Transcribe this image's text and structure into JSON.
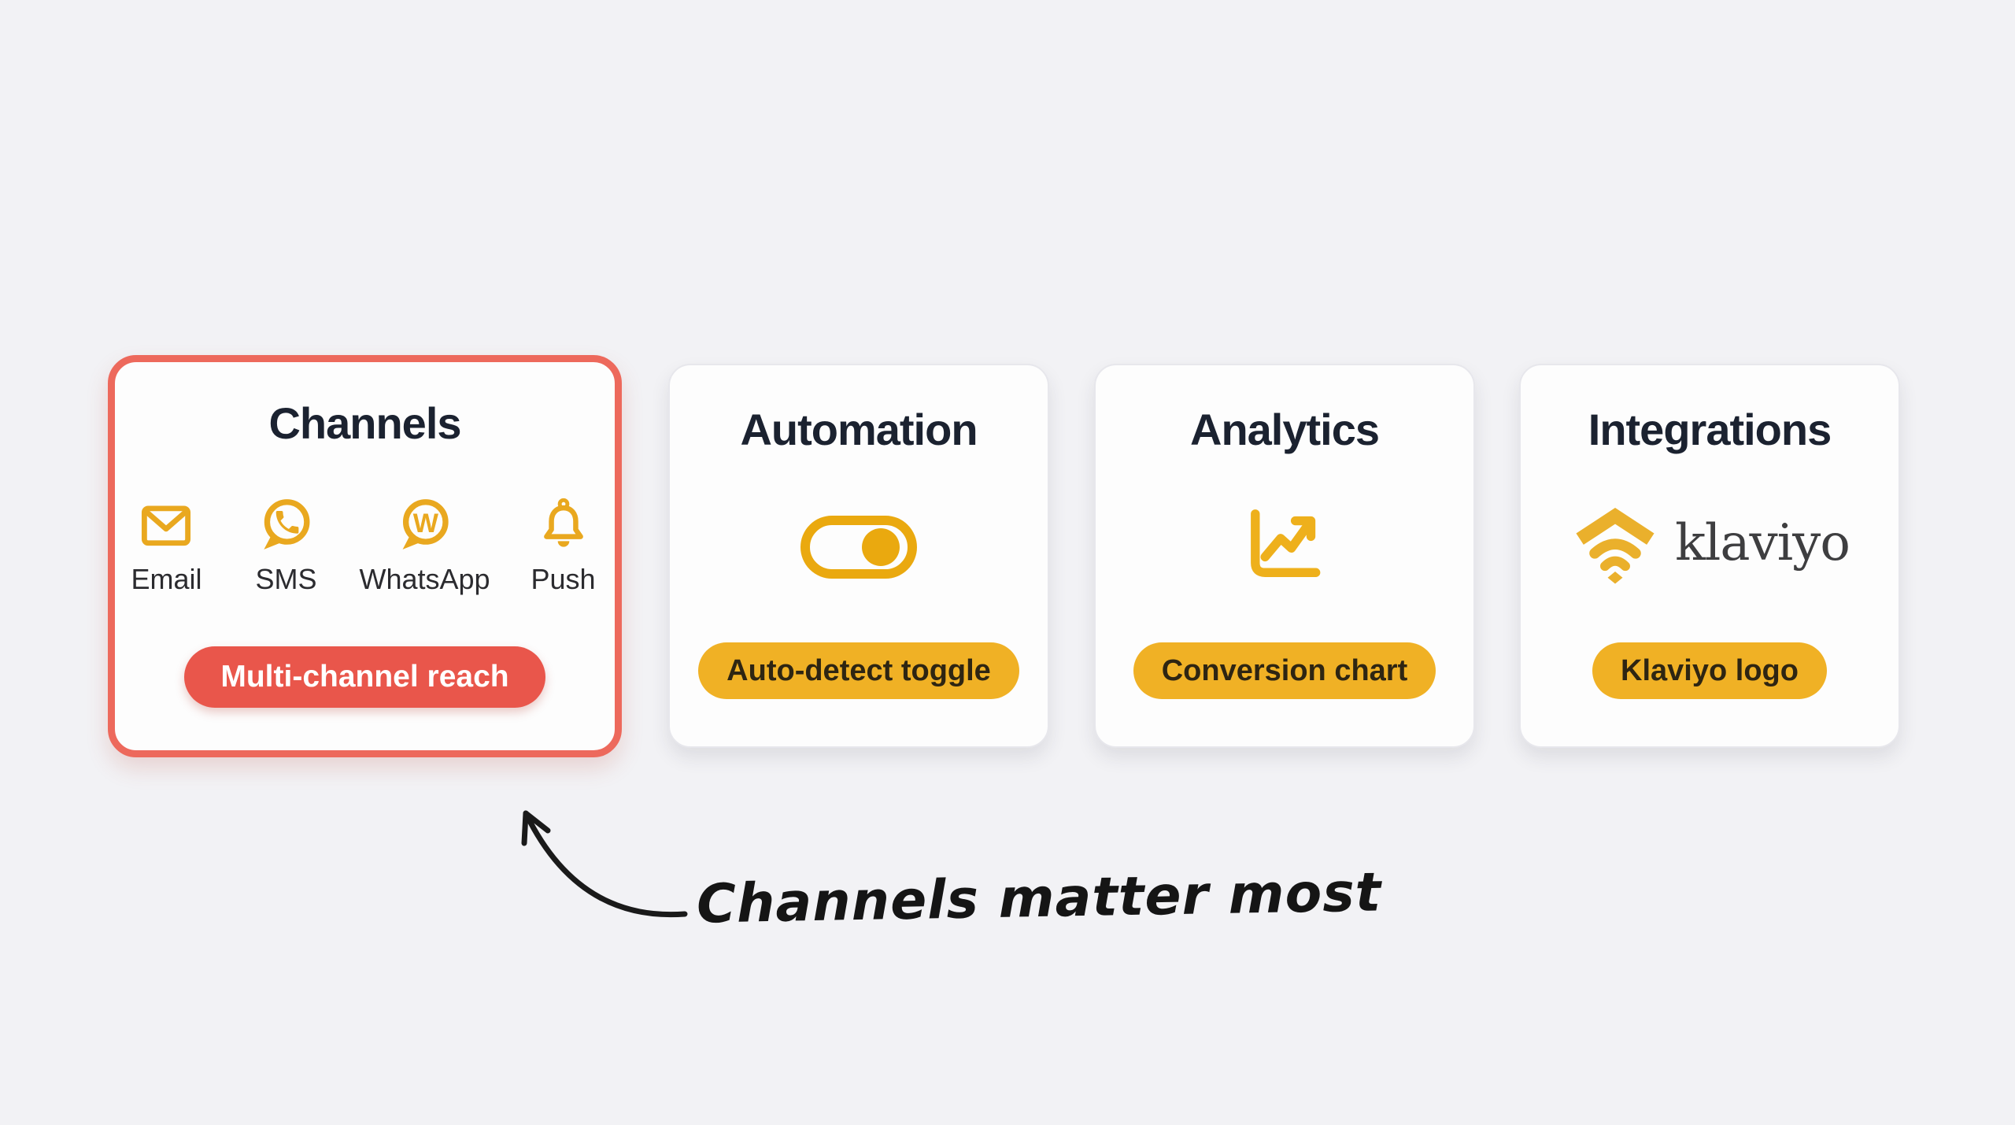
{
  "palette": {
    "background": "#f2f2f5",
    "card_background": "#fdfdfd",
    "highlight_border": "#ed695c",
    "red_badge": "#e9564b",
    "yellow_badge": "#f0b125",
    "icon_yellow": "#e9a81f",
    "title_text": "#1b2230"
  },
  "cards": [
    {
      "id": "channels",
      "title": "Channels",
      "highlighted": true,
      "channels": [
        {
          "label": "Email",
          "icon": "email-envelope-icon"
        },
        {
          "label": "SMS",
          "icon": "phone-bubble-icon"
        },
        {
          "label": "WhatsApp",
          "icon": "whatsapp-bubble-icon",
          "glyph": "W"
        },
        {
          "label": "Push",
          "icon": "bell-icon"
        }
      ],
      "badge": {
        "label": "Multi-channel reach",
        "style": "red"
      }
    },
    {
      "id": "automation",
      "title": "Automation",
      "icon": "toggle-switch-icon",
      "badge": {
        "label": "Auto-detect toggle",
        "style": "yellow"
      }
    },
    {
      "id": "analytics",
      "title": "Analytics",
      "icon": "line-chart-icon",
      "badge": {
        "label": "Conversion chart",
        "style": "yellow"
      }
    },
    {
      "id": "integrations",
      "title": "Integrations",
      "icon": "klaviyo-logo",
      "logo_text": "klaviyo",
      "badge": {
        "label": "Klaviyo logo",
        "style": "yellow"
      }
    }
  ],
  "annotation": {
    "text": "Channels matter most"
  }
}
